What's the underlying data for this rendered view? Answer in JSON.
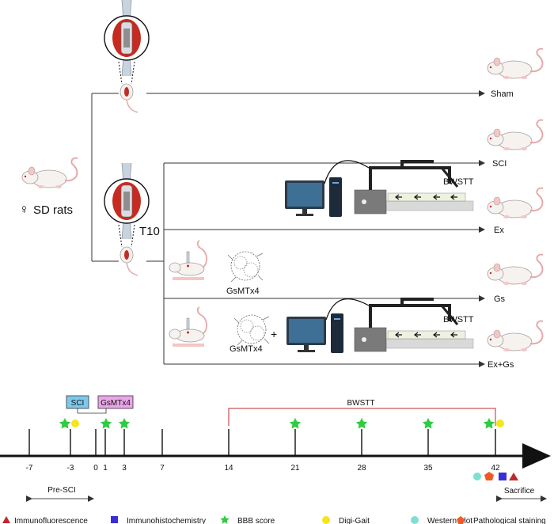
{
  "groups": {
    "sham": "Sham",
    "sci": "SCI",
    "ex": "Ex",
    "gs": "Gs",
    "exgs": "Ex+Gs"
  },
  "subject": {
    "symbol": "♀",
    "label": "SD rats"
  },
  "level_label": "T10",
  "treatment": {
    "drug": "GsMTx4",
    "plus": "+",
    "device": "BWSTT"
  },
  "timeline": {
    "ticks": [
      "-7",
      "-3",
      "0",
      "1",
      "3",
      "7",
      "14",
      "21",
      "28",
      "35",
      "42"
    ],
    "sci_box": "SCI",
    "gsmtx4_box": "GsMTx4",
    "bwstt_label": "BWSTT",
    "pre_sci": "Pre-SCI",
    "sacrifice": "Sacrifice"
  },
  "legend": [
    {
      "shape": "triangle",
      "color": "#c0282d",
      "label": "Immunofluorescence"
    },
    {
      "shape": "square",
      "color": "#3a2fd6",
      "label": "Immunohistochemistry"
    },
    {
      "shape": "star",
      "color": "#2ecc40",
      "label": "BBB score"
    },
    {
      "shape": "circle",
      "color": "#f6e51c",
      "label": "Digi-Gait"
    },
    {
      "shape": "circle",
      "color": "#7de0d0",
      "label": "Western Blot"
    },
    {
      "shape": "pentagon",
      "color": "#f05a28",
      "label": "Pathological staining"
    }
  ]
}
